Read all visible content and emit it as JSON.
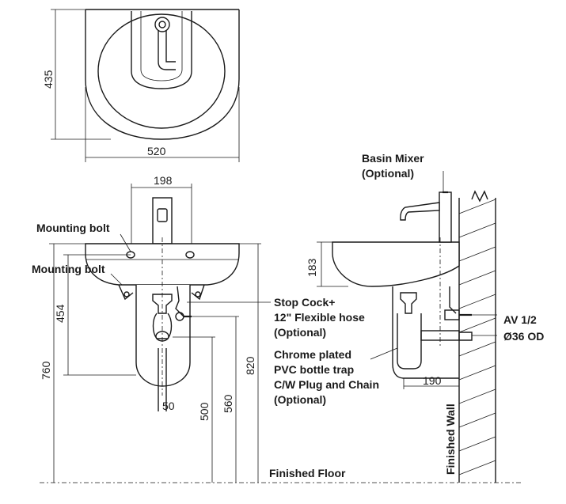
{
  "dimensions": {
    "top_depth": "435",
    "top_width": "520",
    "tap_width": "198",
    "bowl_height": "183",
    "bolt_height": "454",
    "rim_height": "760",
    "trap_height": "820",
    "outlet_offset": "50",
    "waste_height": "500",
    "supply_height": "560",
    "wall_projection": "190"
  },
  "labels": {
    "basin_mixer_line1": "Basin Mixer",
    "basin_mixer_line2": "(Optional)",
    "mounting_bolt_1": "Mounting bolt",
    "mounting_bolt_2": "Mounting bolt",
    "stop_cock_line1": "Stop Cock+",
    "stop_cock_line2": "12\" Flexible hose",
    "stop_cock_line3": "(Optional)",
    "trap_line1": "Chrome plated",
    "trap_line2": "PVC bottle trap",
    "trap_line3": "C/W Plug and Chain",
    "trap_line4": "(Optional)",
    "av": "AV 1/2",
    "od": "Ø36 OD",
    "finished_floor": "Finished Floor",
    "finished_wall": "Finished Wall"
  }
}
